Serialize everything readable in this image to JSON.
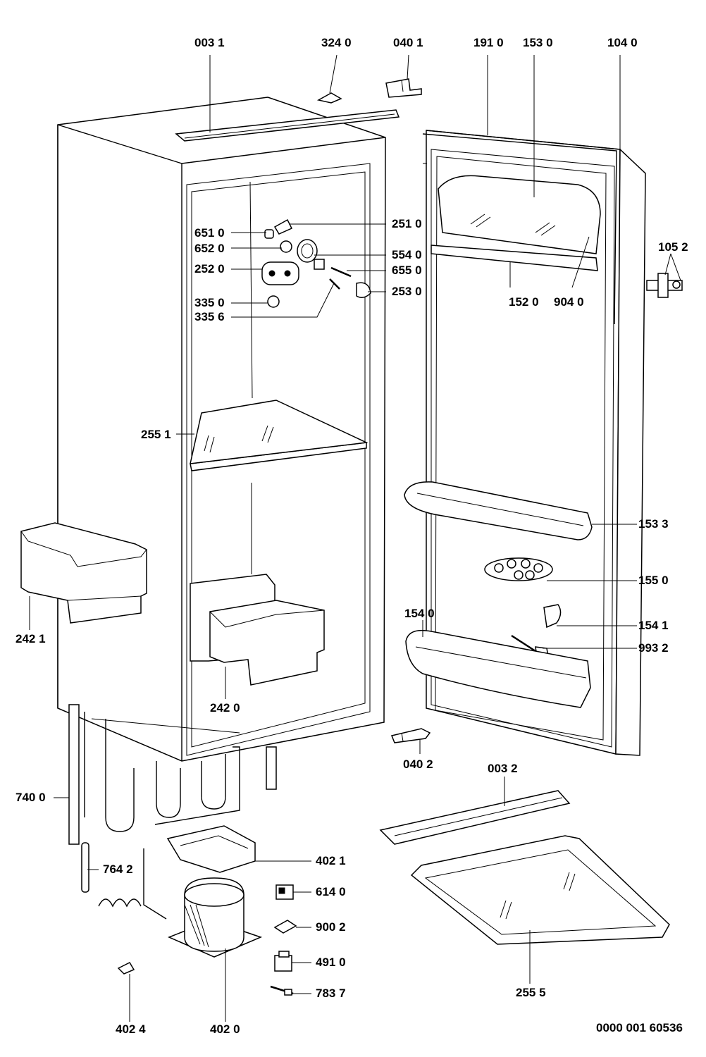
{
  "labels": {
    "l_003_1": "003 1",
    "l_324_0": "324 0",
    "l_040_1": "040 1",
    "l_191_0": "191 0",
    "l_153_0": "153 0",
    "l_104_0": "104 0",
    "l_251_0": "251 0",
    "l_651_0": "651 0",
    "l_652_0": "652 0",
    "l_554_0": "554 0",
    "l_252_0": "252 0",
    "l_655_0": "655 0",
    "l_253_0": "253 0",
    "l_335_0": "335 0",
    "l_335_6": "335 6",
    "l_105_2": "105 2",
    "l_152_0": "152 0",
    "l_904_0": "904 0",
    "l_255_1": "255 1",
    "l_153_3": "153 3",
    "l_155_0": "155 0",
    "l_154_0": "154 0",
    "l_154_1": "154 1",
    "l_993_2": "993 2",
    "l_242_1": "242 1",
    "l_242_0": "242 0",
    "l_040_2": "040 2",
    "l_003_2": "003 2",
    "l_740_0": "740 0",
    "l_402_1": "402 1",
    "l_764_2": "764 2",
    "l_614_0": "614 0",
    "l_900_2": "900 2",
    "l_491_0": "491 0",
    "l_783_7": "783 7",
    "l_255_5": "255 5",
    "l_402_4": "402 4",
    "l_402_0": "402 0",
    "drawing_number": "0000 001 60536"
  }
}
